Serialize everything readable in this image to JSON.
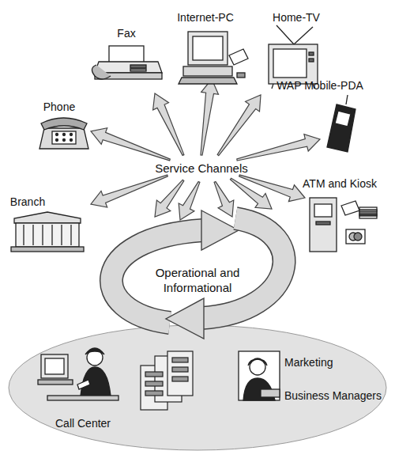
{
  "diagram": {
    "nodes": [
      {
        "text": [
          "Call Center",
          "Marketing",
          "Business Managers"
        ]
      }
    ],
    "labels": [
      "Fax",
      "Internet-PC",
      "Home-TV",
      "Phone",
      "WAP Mobile-PDA",
      "Service Channels",
      "Branch",
      "ATM and Kiosk",
      "Operational and Informational"
    ]
  }
}
